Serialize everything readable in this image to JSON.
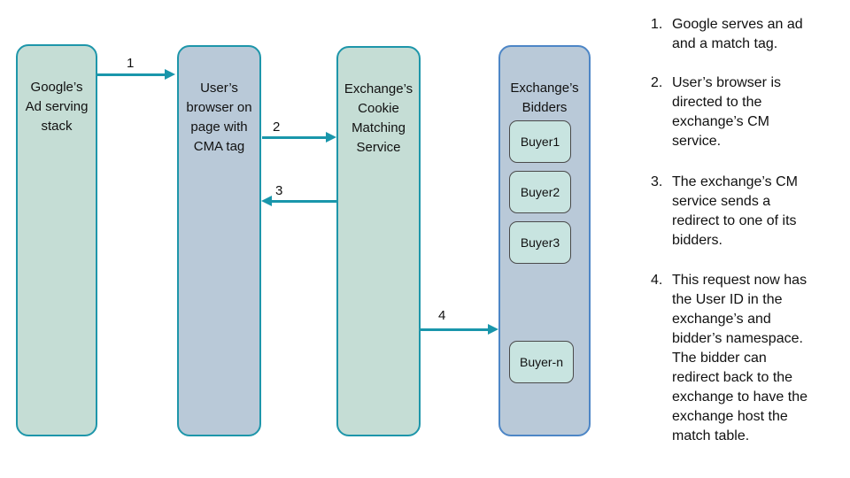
{
  "diagram": {
    "nodes": {
      "google": {
        "label": "Google’s\nAd serving\nstack"
      },
      "browser": {
        "label": "User’s\nbrowser on\npage with\nCMA tag"
      },
      "cm_service": {
        "label": "Exchange’s\nCookie\nMatching\nService"
      },
      "bidders": {
        "label": "Exchange’s\nBidders"
      }
    },
    "buyers": [
      {
        "label": "Buyer1"
      },
      {
        "label": "Buyer2"
      },
      {
        "label": "Buyer3"
      },
      {
        "label": "Buyer-n"
      }
    ],
    "arrows": [
      {
        "label": "1"
      },
      {
        "label": "2"
      },
      {
        "label": "3"
      },
      {
        "label": "4"
      }
    ]
  },
  "steps": [
    {
      "num": "1.",
      "text": "Google serves an ad\nand a match tag."
    },
    {
      "num": "2.",
      "text": "User’s browser is\ndirected to the\nexchange’s CM\nservice."
    },
    {
      "num": "3.",
      "text": "The exchange’s CM\nservice sends a\nredirect to one of its\nbidders."
    },
    {
      "num": "4.",
      "text": "This request now has\nthe User ID in the\nexchange’s and\nbidder’s namespace.\nThe bidder can\nredirect back to the\nexchange to have the\nexchange host the\nmatch table."
    }
  ],
  "colors": {
    "teal_border": "#1e96aa",
    "arrow": "#1996ab",
    "green_fill": "#c5ddd5",
    "blue_fill": "#b9c9d8",
    "blue_border": "#4d86c6",
    "buyer_fill": "#c8e4e0",
    "buyer_border": "#4a4a4a",
    "text": "#111111"
  }
}
